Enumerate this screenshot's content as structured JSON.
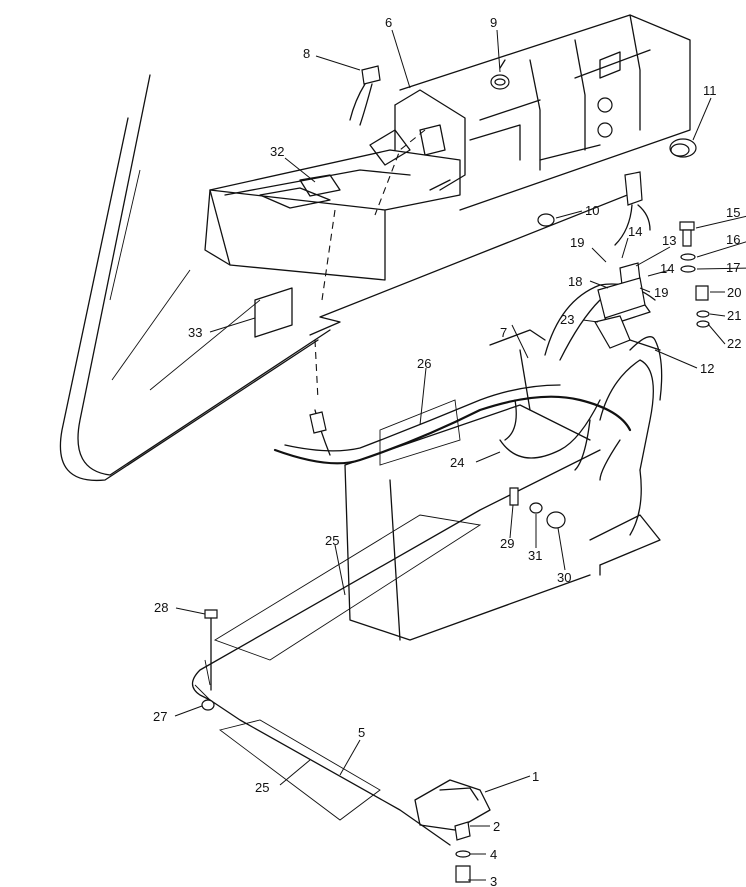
{
  "callouts": [
    {
      "label": "1"
    },
    {
      "label": "2"
    },
    {
      "label": "3"
    },
    {
      "label": "4"
    },
    {
      "label": "5"
    },
    {
      "label": "6"
    },
    {
      "label": "7"
    },
    {
      "label": "8"
    },
    {
      "label": "9"
    },
    {
      "label": "10"
    },
    {
      "label": "11"
    },
    {
      "label": "12"
    },
    {
      "label": "13"
    },
    {
      "label": "14"
    },
    {
      "label": "14"
    },
    {
      "label": "15"
    },
    {
      "label": "16"
    },
    {
      "label": "17"
    },
    {
      "label": "18"
    },
    {
      "label": "19"
    },
    {
      "label": "19"
    },
    {
      "label": "20"
    },
    {
      "label": "21"
    },
    {
      "label": "22"
    },
    {
      "label": "23"
    },
    {
      "label": "24"
    },
    {
      "label": "25"
    },
    {
      "label": "25"
    },
    {
      "label": "26"
    },
    {
      "label": "27"
    },
    {
      "label": "28"
    },
    {
      "label": "29"
    },
    {
      "label": "30"
    },
    {
      "label": "31"
    },
    {
      "label": "32"
    },
    {
      "label": "33"
    }
  ]
}
